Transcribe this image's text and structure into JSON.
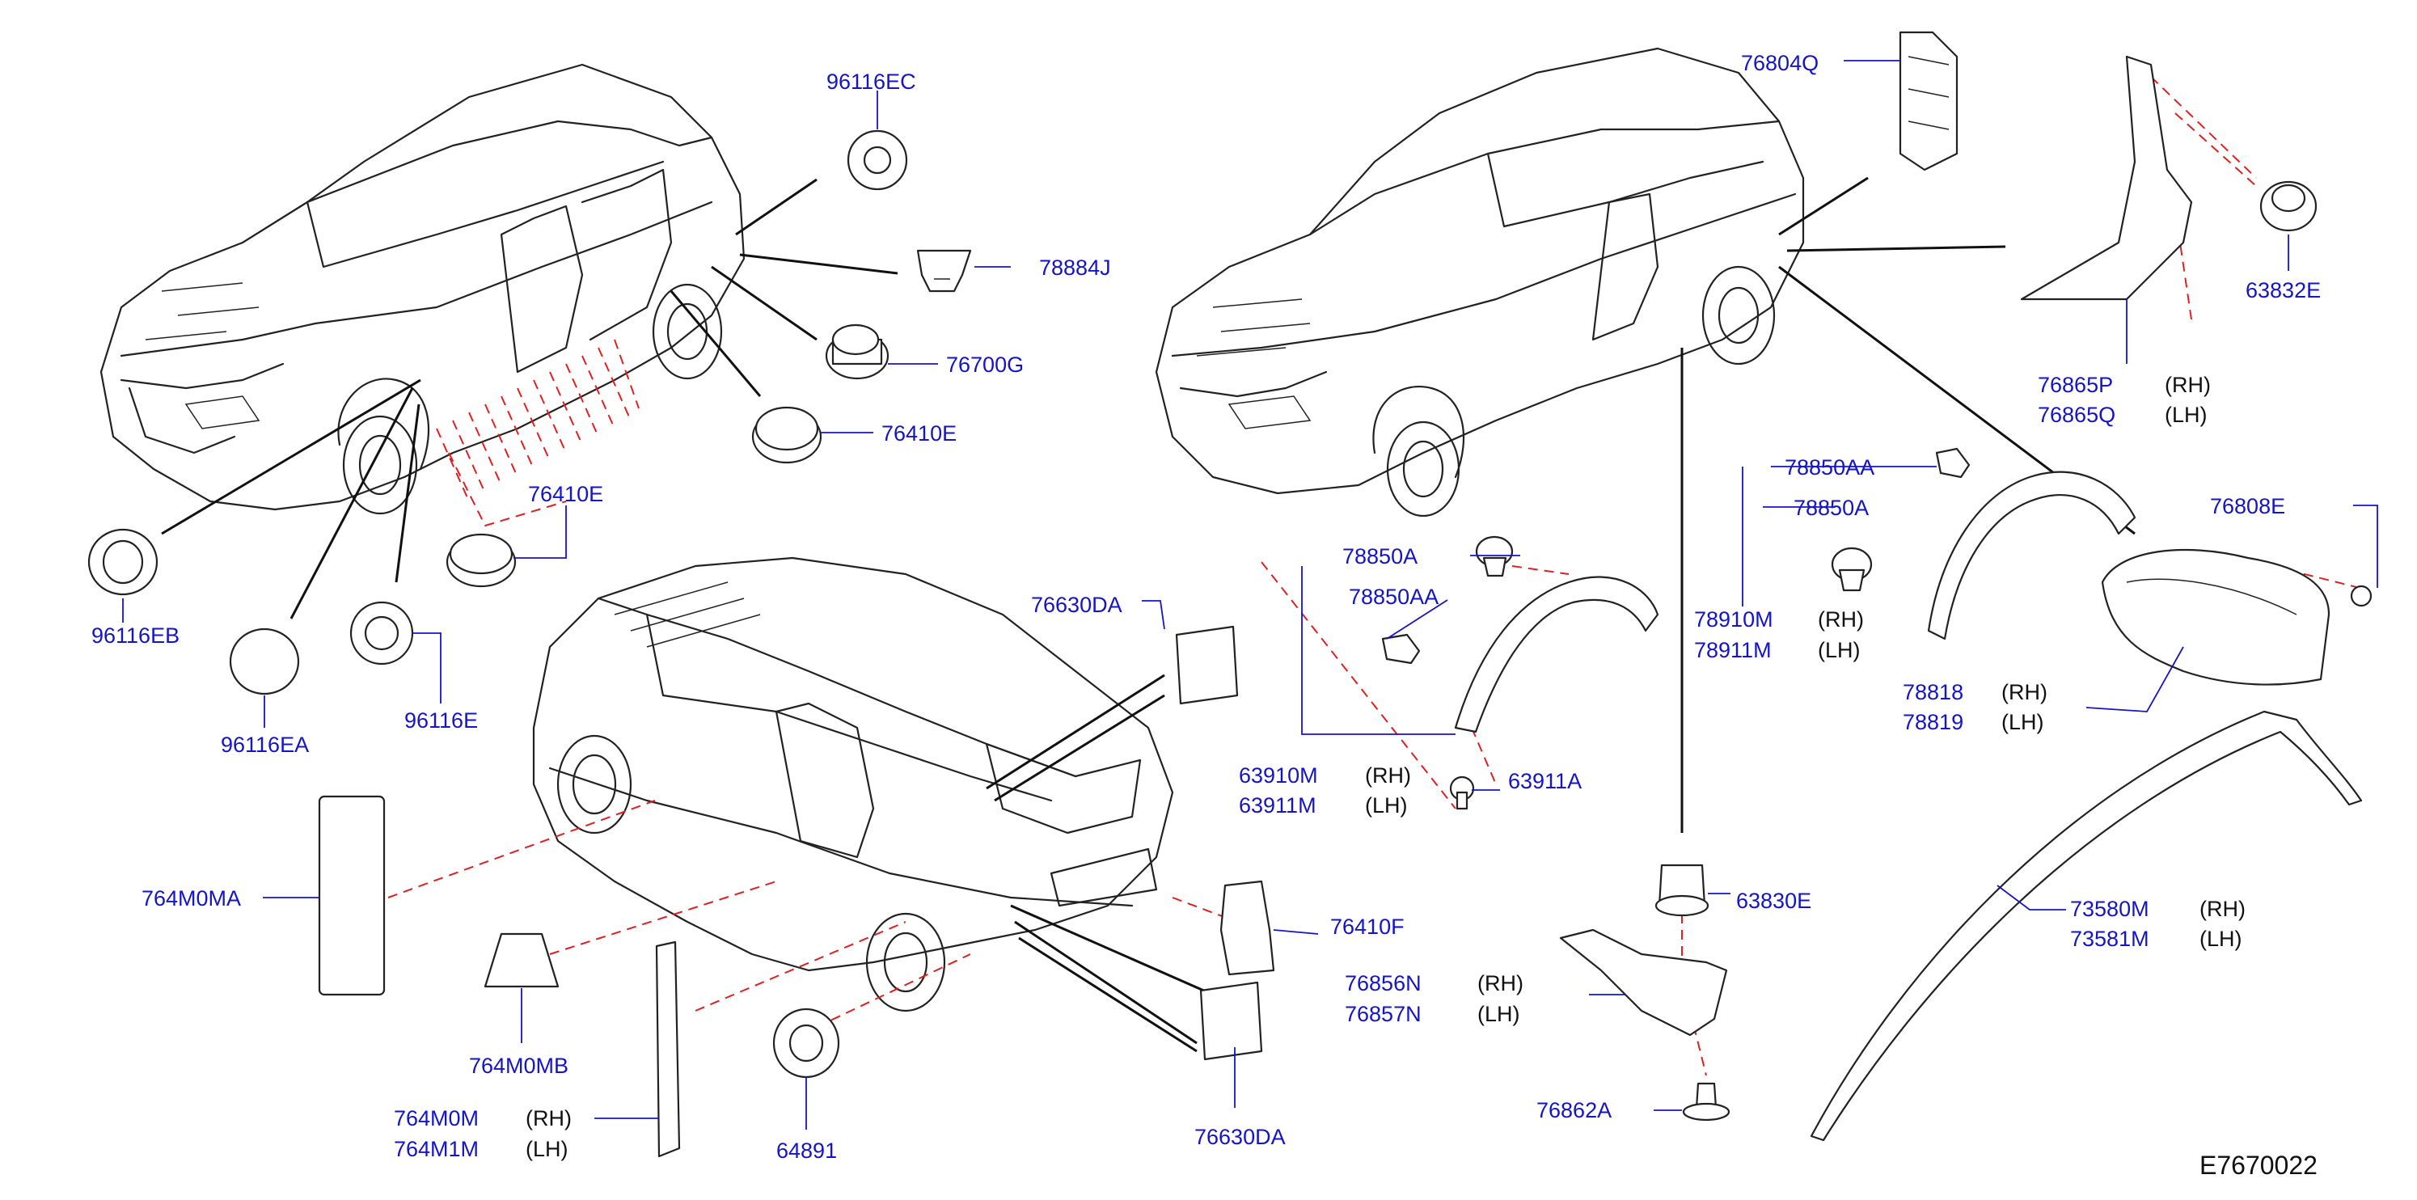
{
  "labels": {
    "p96116EC": "96116EC",
    "p78884J": "78884J",
    "p76700G": "76700G",
    "p76410E_a": "76410E",
    "p76410E_b": "76410E",
    "p96116EB": "96116EB",
    "p96116EA": "96116EA",
    "p96116E": "96116E",
    "p76804Q": "76804Q",
    "p63832E": "63832E",
    "p76865P": "76865P",
    "p76865Q": "76865Q",
    "p78850AA_r": "78850AA",
    "p78850A_r": "78850A",
    "p78910M": "78910M",
    "p78911M": "78911M",
    "p76808E": "76808E",
    "p78818": "78818",
    "p78819": "78819",
    "p78850A_l": "78850A",
    "p78850AA_l": "78850AA",
    "p63910M": "63910M",
    "p63911M": "63911M",
    "p63911A": "63911A",
    "p76630DA_a": "76630DA",
    "p76630DA_b": "76630DA",
    "p764M0MA": "764M0MA",
    "p764M0MB": "764M0MB",
    "p764M0M": "764M0M",
    "p764M1M": "764M1M",
    "p64891": "64891",
    "p76410F": "76410F",
    "p63830E": "63830E",
    "p76856N": "76856N",
    "p76857N": "76857N",
    "p76862A": "76862A",
    "p73580M": "73580M",
    "p73581M": "73581M"
  },
  "sides": {
    "rh": "(RH)",
    "lh": "(LH)"
  },
  "diagram_code": "E7670022",
  "colors": {
    "label": "#1414c8",
    "line": "#222222",
    "dashed": "#e02020"
  }
}
